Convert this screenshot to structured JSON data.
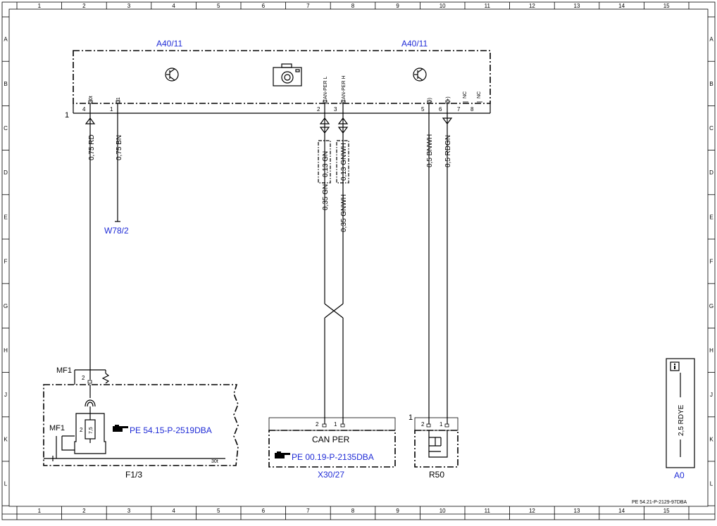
{
  "grid": {
    "columns": [
      "1",
      "2",
      "3",
      "4",
      "5",
      "6",
      "7",
      "8",
      "9",
      "10",
      "11",
      "12",
      "13",
      "14",
      "15"
    ],
    "rows": [
      "A",
      "B",
      "C",
      "D",
      "E",
      "F",
      "G",
      "H",
      "J",
      "K",
      "L"
    ]
  },
  "component_a40": {
    "label_left": "A40/11",
    "label_right": "A40/11",
    "connector_no": "1",
    "pins": [
      {
        "name": "30t",
        "num": "4"
      },
      {
        "name": "31",
        "num": "1"
      },
      {
        "name": "CAN-PER L",
        "num": "2"
      },
      {
        "name": "CAN-PER H",
        "num": "3"
      },
      {
        "name": "(-)",
        "num": "5"
      },
      {
        "name": "(+)",
        "num": "6"
      },
      {
        "name": "NC",
        "num": "7"
      },
      {
        "name": "NC",
        "num": "8"
      }
    ]
  },
  "wires": {
    "w1": "0,75 RD",
    "w2": "0,75 BN",
    "w3_top": "0,13 GN",
    "w4_top": "0,13 GNWH",
    "w3": "0,35 GN",
    "w4": "0,35 GNWH",
    "w5": "0,5 BNWH",
    "w6": "0,5 RDGN"
  },
  "ground_ref": "W78/2",
  "fuse_block": {
    "mf1_top": "MF1",
    "mf1_side": "MF1",
    "pin_top": "2",
    "pin_fuse": "2",
    "fuse_value": "7,5",
    "terminal": "30t",
    "ref": "PE 54.15-P-2519DBA",
    "label": "F1/3"
  },
  "can_connector": {
    "title": "CAN PER",
    "pin_a": "2",
    "pin_b": "1",
    "ref": "PE 00.19-P-2135DBA",
    "label": "X30/27"
  },
  "resistor": {
    "connector_no": "1",
    "pin_a": "2",
    "pin_b": "1",
    "label": "R50"
  },
  "info_box": {
    "icon": "info-icon",
    "wire": "2,5 RDYE",
    "label": "A0"
  },
  "doc_ref": "PE 54.21-P-2129-97DBA"
}
